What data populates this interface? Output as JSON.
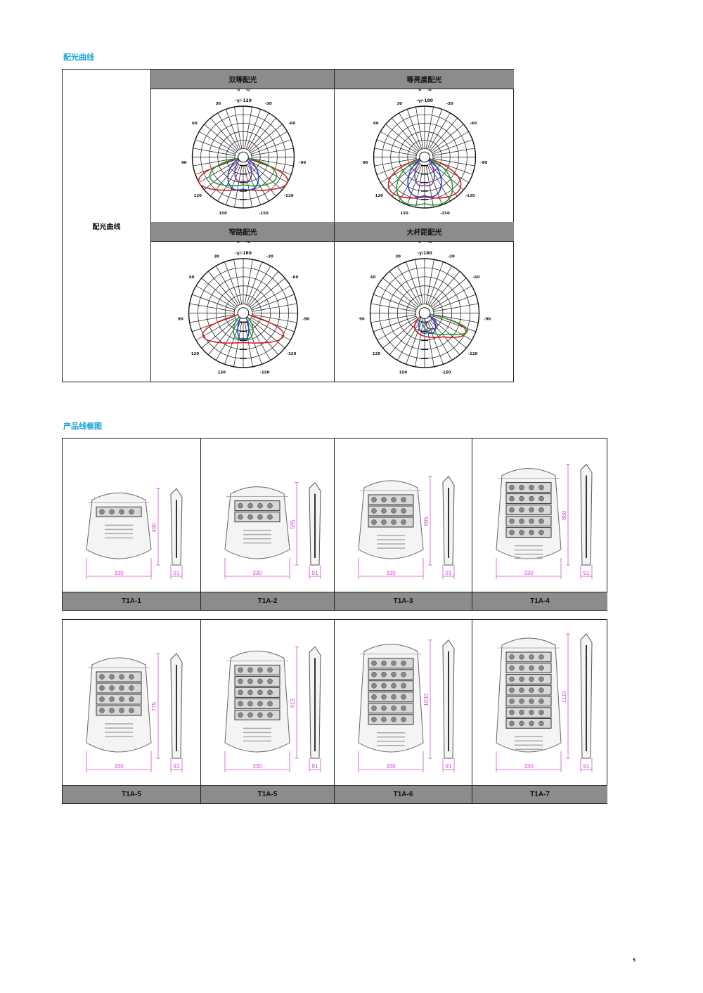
{
  "distribution": {
    "section_title": "配光曲线",
    "row_label": "配光曲线",
    "cells": [
      {
        "title": "双等配光",
        "top_label": "-γ/-120",
        "angle_labels": [
          "-150",
          "150",
          "-120",
          "120",
          "-90",
          "90",
          "-60",
          "60",
          "-30",
          "30",
          "-0",
          "0"
        ],
        "series": [
          {
            "name": "red",
            "color": "#d62020",
            "width": 0.64,
            "height": 0.17,
            "cy": 0.66
          },
          {
            "name": "green",
            "color": "#1e9e30",
            "width": 0.48,
            "height": 0.22,
            "cy": 0.6
          },
          {
            "name": "blue",
            "color": "#2344c8",
            "width": 0.22,
            "height": 0.28,
            "cy": 0.6
          },
          {
            "name": "purple",
            "color": "#7a3aa8",
            "width": 0.12,
            "height": 0.2,
            "cy": 0.58
          }
        ]
      },
      {
        "title": "等亮度配光",
        "top_label": "-γ/-180",
        "angle_labels": [
          "-150",
          "150",
          "-120",
          "120",
          "-90",
          "90",
          "-60",
          "60",
          "-30",
          "30",
          "-0",
          "0"
        ],
        "series": [
          {
            "name": "red",
            "color": "#d62020",
            "width": 0.52,
            "height": 0.28,
            "cy": 0.66
          },
          {
            "name": "green",
            "color": "#1e9e30",
            "width": 0.4,
            "height": 0.38,
            "cy": 0.66
          },
          {
            "name": "blue",
            "color": "#2344c8",
            "width": 0.24,
            "height": 0.32,
            "cy": 0.63
          },
          {
            "name": "purple",
            "color": "#7a3aa8",
            "width": 0.14,
            "height": 0.22,
            "cy": 0.6
          }
        ]
      },
      {
        "title": "窄路配光",
        "top_label": "-γ/-180",
        "angle_labels": [
          "-150",
          "150",
          "-120",
          "120",
          "-90",
          "90",
          "-60",
          "60",
          "-30",
          "30",
          "-0",
          "0"
        ],
        "series": [
          {
            "name": "red",
            "color": "#d62020",
            "width": 0.58,
            "height": 0.14,
            "cy": 0.64
          },
          {
            "name": "green",
            "color": "#1e9e30",
            "width": 0.14,
            "height": 0.16,
            "cy": 0.6
          },
          {
            "name": "blue",
            "color": "#2344c8",
            "width": 0.08,
            "height": 0.18,
            "cy": 0.59
          }
        ]
      },
      {
        "title": "大杆距配光",
        "top_label": "-γ/180",
        "angle_labels": [
          "-150",
          "150",
          "-120",
          "120",
          "-90",
          "90",
          "-60",
          "60",
          "-30",
          "30",
          "-0",
          "0"
        ],
        "series": [
          {
            "name": "red",
            "color": "#d62020",
            "width": 0.36,
            "height": 0.14,
            "cy": 0.6,
            "cx": 0.62
          },
          {
            "name": "green",
            "color": "#1e9e30",
            "width": 0.3,
            "height": 0.1,
            "cy": 0.6,
            "cx": 0.66
          },
          {
            "name": "blue",
            "color": "#2344c8",
            "width": 0.12,
            "height": 0.14,
            "cy": 0.57,
            "cx": 0.52
          },
          {
            "name": "purple",
            "color": "#7a3aa8",
            "width": 0.08,
            "height": 0.1,
            "cy": 0.56,
            "cx": 0.55
          }
        ]
      }
    ]
  },
  "dimensions": {
    "section_title": "产品线框图",
    "rows": [
      [
        {
          "model": "T1A-1",
          "modules": 1,
          "height": "490",
          "width": "330",
          "depth": "91"
        },
        {
          "model": "T1A-2",
          "modules": 2,
          "height": "595",
          "width": "330",
          "depth": "91"
        },
        {
          "model": "T1A-3",
          "modules": 3,
          "height": "695",
          "width": "330",
          "depth": "91"
        },
        {
          "model": "T1A-4",
          "modules": 5,
          "height": "850",
          "width": "330",
          "depth": "91"
        }
      ],
      [
        {
          "model": "T1A-5",
          "modules": 4,
          "height": "775",
          "width": "330",
          "depth": "91"
        },
        {
          "model": "T1A-5",
          "modules": 5,
          "height": "915",
          "width": "330",
          "depth": "91"
        },
        {
          "model": "T1A-6",
          "modules": 6,
          "height": "1030",
          "width": "330",
          "depth": "91"
        },
        {
          "model": "T1A-7",
          "modules": 7,
          "height": "1110",
          "width": "330",
          "depth": "91"
        }
      ]
    ]
  },
  "page_number": "5"
}
